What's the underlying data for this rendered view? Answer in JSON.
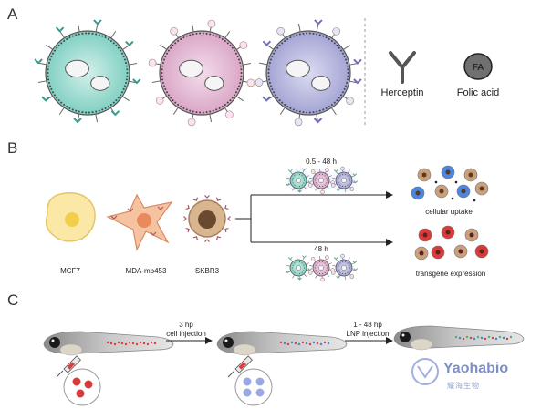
{
  "panels": {
    "a": "A",
    "b": "B",
    "c": "C"
  },
  "legend": {
    "herceptin": "Herceptin",
    "folic_acid": "Folic acid",
    "fa_badge": "FA"
  },
  "panel_b": {
    "cells": [
      "MCF7",
      "MDA-mb453",
      "SKBR3"
    ],
    "time_top": "0.5 - 48 h",
    "time_bottom": "48 h",
    "outcome_top": "cellular uptake",
    "outcome_bottom": "transgene expression"
  },
  "panel_c": {
    "step1_time": "3 hp",
    "step1_action": "cell injection",
    "step2_time": "1 - 48 hp",
    "step2_action": "LNP injection"
  },
  "watermark": {
    "brand": "Yaohabio",
    "sub": "耀海生物"
  },
  "colors": {
    "teal": "#8fd3c8",
    "pink": "#e2b6d2",
    "lavender": "#b3b3dc",
    "cell_yellow": "#fbe8a6",
    "cell_orange": "#f6c3a0",
    "cell_brown": "#c9a07a",
    "red": "#d93b3b",
    "blue": "#4c86e0"
  }
}
